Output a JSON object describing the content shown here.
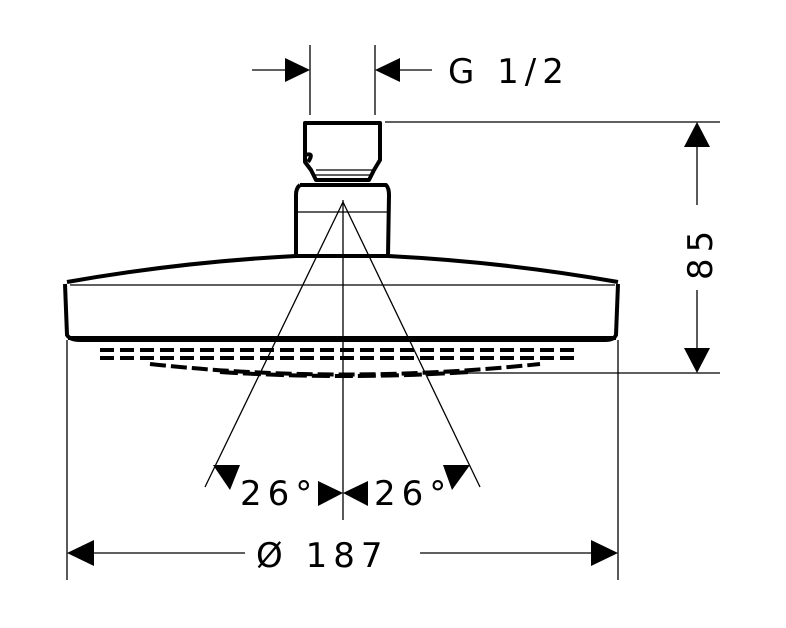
{
  "drawing": {
    "thread_label": "G 1/2",
    "height_label": "85",
    "spray_angle_left": "26°",
    "spray_angle_right": "26°",
    "diameter_label": "Ø 187"
  }
}
